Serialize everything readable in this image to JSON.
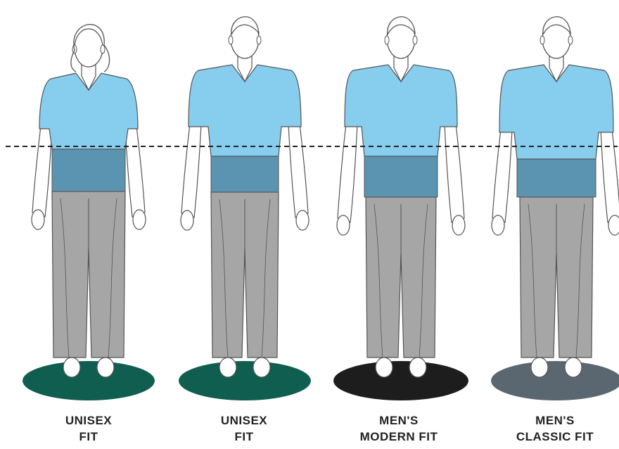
{
  "figures": [
    {
      "label_line1": "UNISEX",
      "label_line2": "FIT",
      "base_color": "#0f5e4f",
      "figure_type": "female"
    },
    {
      "label_line1": "UNISEX",
      "label_line2": "FIT",
      "base_color": "#0f5e4f",
      "figure_type": "male"
    },
    {
      "label_line1": "MEN'S",
      "label_line2": "MODERN FIT",
      "base_color": "#1d1d1d",
      "figure_type": "male"
    },
    {
      "label_line1": "MEN'S",
      "label_line2": "CLASSIC FIT",
      "base_color": "#5a6770",
      "figure_type": "male"
    }
  ],
  "colors": {
    "shirt": "#86cdee",
    "shirt_hem": "#5b94b0",
    "pants": "#a6a6a6",
    "outline": "#555555",
    "skin": "#ffffff",
    "dashed_line": "#222222"
  }
}
